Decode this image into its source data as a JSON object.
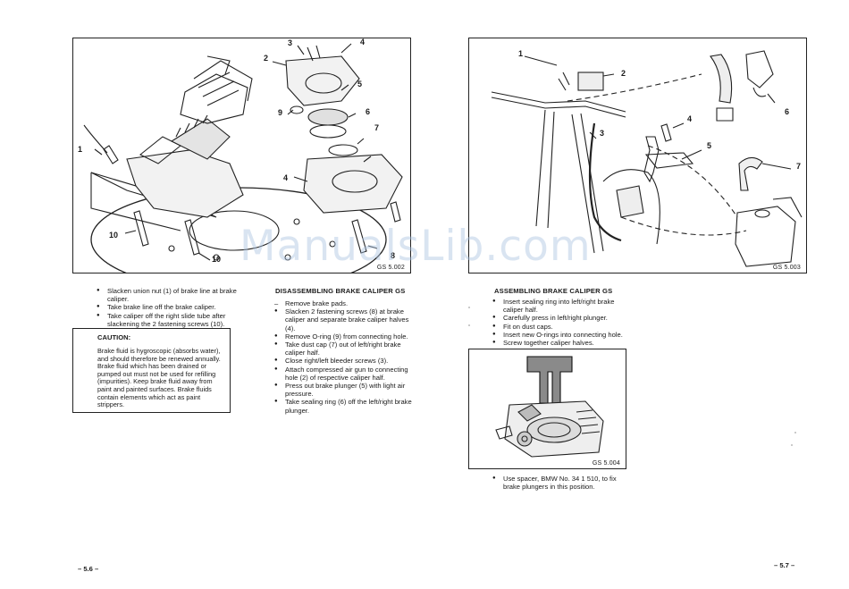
{
  "left_page": {
    "figure": {
      "code": "GS 5.002",
      "callouts": [
        "1",
        "2",
        "3",
        "4",
        "5",
        "6",
        "7",
        "8",
        "9",
        "10",
        "10",
        "4"
      ]
    },
    "steps": [
      "Slacken union nut (1) of brake line at brake caliper.",
      "Take brake line off the brake caliper.",
      "Take caliper off the right slide tube after slackening the 2 fastening screws (10)."
    ],
    "caution": {
      "title": "CAUTION:",
      "text": "Brake fluid is hygroscopic (absorbs water), and should therefore be renewed annually. Brake fluid which has been drained or pumped out must not be used for refilling (impurities). Keep brake fluid away from paint and painted surfaces. Brake fluids contain elements which act as paint strippers."
    },
    "disassembling": {
      "heading": "DISASSEMBLING BRAKE CALIPER GS",
      "dash_step": "Remove brake pads.",
      "steps": [
        "Slacken 2 fastening screws (8) at brake caliper and separate brake caliper halves (4).",
        "Remove O-ring (9) from connecting hole.",
        "Take dust cap (7) out of left/right brake caliper half.",
        "Close right/left bleeder screws (3).",
        "Attach compressed air gun to connecting hole (2) of respective caliper half.",
        "Press out brake plunger (5) with light air pressure.",
        "Take sealing ring (6) off the left/right brake plunger."
      ]
    },
    "page_number": "– 5.6 –"
  },
  "right_page": {
    "figure": {
      "code": "GS 5.003",
      "callouts": [
        "1",
        "2",
        "3",
        "4",
        "5",
        "6",
        "7"
      ]
    },
    "assembling": {
      "heading": "ASSEMBLING BRAKE CALIPER GS",
      "steps": [
        "Insert sealing ring into left/right brake caliper half.",
        "Carefully press in left/right plunger.",
        "Fit on dust caps.",
        "Insert new O-rings into connecting hole.",
        "Screw together caliper halves."
      ]
    },
    "small_figure": {
      "code": "GS 5.004"
    },
    "spacer_step": "Use spacer, BMW No. 34 1 510, to fix brake plungers in this position.",
    "page_number": "– 5.7 –"
  },
  "watermark": "ManualsLib.com"
}
